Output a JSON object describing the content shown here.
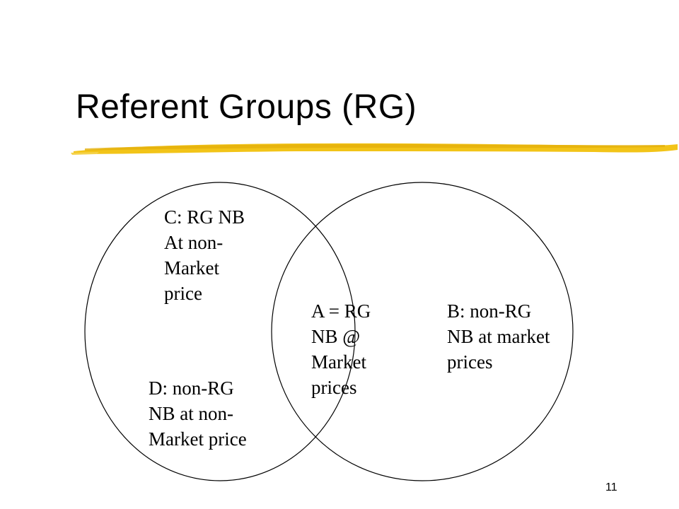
{
  "slide": {
    "title": "Referent Groups (RG)",
    "page_number": "11",
    "accent_color": "#F2C418"
  },
  "venn": {
    "regions": {
      "c": "C:  RG NB\nAt non-\nMarket\nprice",
      "a": "A = RG\nNB @\nMarket\nprices",
      "b": "B: non-RG\nNB at market\nprices",
      "d": "D:  non-RG\nNB at non-\nMarket price"
    }
  }
}
